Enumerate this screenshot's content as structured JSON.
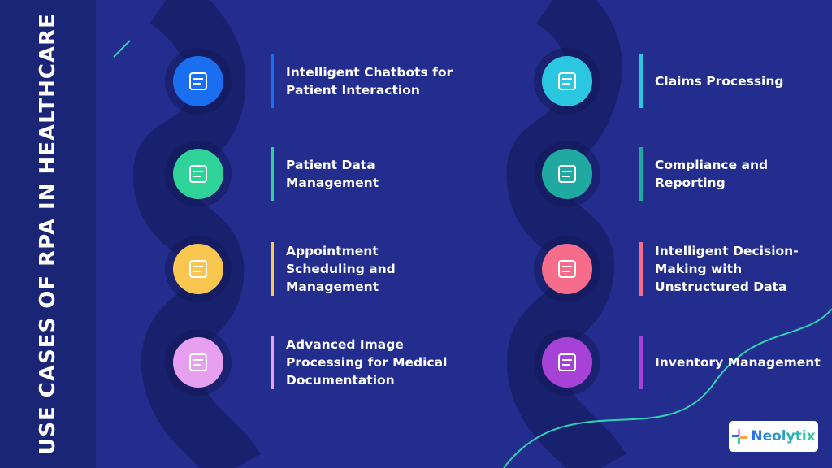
{
  "title": "USE CASES OF RPA IN HEALTHCARE",
  "left_items": [
    {
      "label": "Intelligent Chatbots for Patient Interaction",
      "icon": "chatbot-icon",
      "color": "#1a6ef0"
    },
    {
      "label": "Patient Data Management",
      "icon": "patient-folder-icon",
      "color": "#2fd39a"
    },
    {
      "label": "Appointment Scheduling and Management",
      "icon": "calendar-icon",
      "color": "#f9c74f"
    },
    {
      "label": "Advanced Image Processing for Medical Documentation",
      "icon": "image-processing-icon",
      "color": "#e7a0f0"
    }
  ],
  "right_items": [
    {
      "label": "Claims Processing",
      "icon": "claim-document-icon",
      "color": "#2bc6e0"
    },
    {
      "label": "Compliance and Reporting",
      "icon": "compliance-certificate-icon",
      "color": "#1fa9a0"
    },
    {
      "label": "Intelligent Decision-Making with Unstructured Data",
      "icon": "brain-head-icon",
      "color": "#f56d8a"
    },
    {
      "label": "Inventory Management",
      "icon": "inventory-boxes-icon",
      "color": "#a642d6"
    }
  ],
  "logo": {
    "text": "Neolytix"
  }
}
